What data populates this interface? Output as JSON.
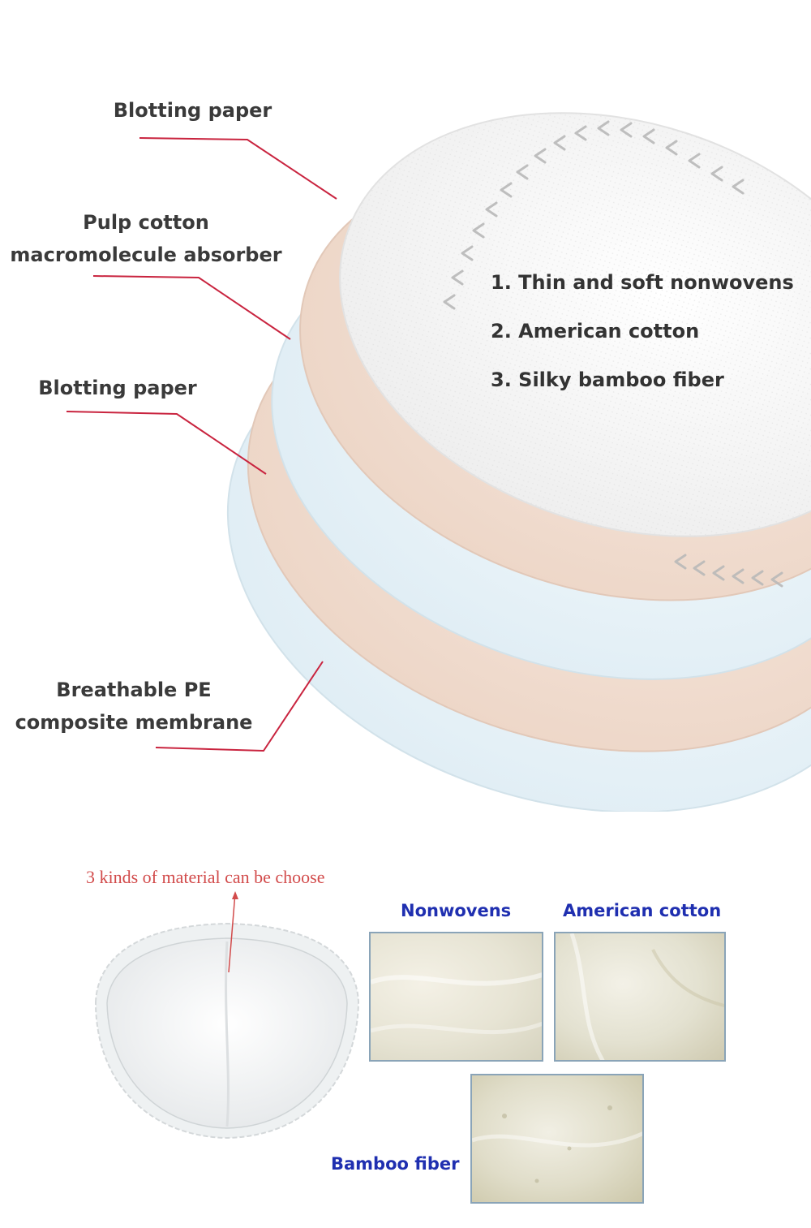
{
  "layers": [
    {
      "label_line1": "Blotting paper",
      "label_line2": ""
    },
    {
      "label_line1": "Pulp cotton",
      "label_line2": "macromolecule absorber"
    },
    {
      "label_line1": "Blotting paper",
      "label_line2": ""
    },
    {
      "label_line1": "Breathable PE",
      "label_line2": "composite membrane"
    }
  ],
  "features": [
    "1. Thin and soft nonwovens",
    "2. American cotton",
    "3. Silky bamboo fiber"
  ],
  "materials_caption": "3 kinds of material can be choose",
  "materials": [
    {
      "name": "Nonwovens"
    },
    {
      "name": "American cotton"
    },
    {
      "name": "Bamboo fiber"
    }
  ],
  "colors": {
    "label_text": "#3a3a3a",
    "leader_line": "#c9243f",
    "material_title": "#1f2fb0",
    "caption": "#d24b4b",
    "pad_top": "#f7f7f7",
    "cotton_layer": "#f1ddd0",
    "blue_layer": "#e6f1f7"
  }
}
